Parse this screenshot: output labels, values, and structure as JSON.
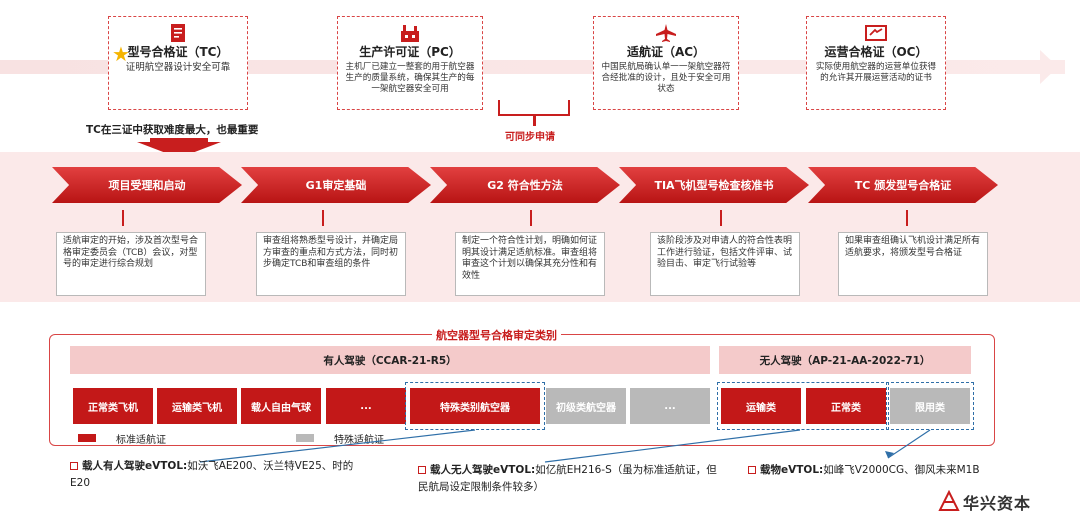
{
  "certificates": [
    {
      "title": "型号合格证（TC）",
      "desc": "证明航空器设计安全可靠",
      "icon": "certificate-icon"
    },
    {
      "title": "生产许可证（PC）",
      "desc": "主机厂已建立一整套的用于航空器生产的质量系统，确保其生产的每一架航空器安全可用",
      "icon": "factory-icon"
    },
    {
      "title": "适航证（AC）",
      "desc": "中国民航局确认单一一架航空器符合经批准的设计，且处于安全可用状态",
      "icon": "airplane-icon"
    },
    {
      "title": "运营合格证（OC）",
      "desc": "实际使用航空器的运营单位获得的允许其开展运营活动的证书",
      "icon": "ticket-icon"
    }
  ],
  "tc_note": "TC在三证中获取难度最大，也最重要",
  "sync_label": "可同步申请",
  "stages": [
    {
      "label": "项目受理和启动",
      "desc": "适航审定的开始，涉及首次型号合格审定委员会（TCB）会议，对型号的审定进行综合规划"
    },
    {
      "label": "G1审定基础",
      "desc": "审查组将熟悉型号设计，并确定局方审查的重点和方式方法，同时初步确定TCB和审查组的条件"
    },
    {
      "label": "G2 符合性方法",
      "desc": "制定一个符合性计划，明确如何证明其设计满足适航标准。审查组将审查这个计划以确保其充分性和有效性"
    },
    {
      "label": "TIA飞机型号检查核准书",
      "desc": "该阶段涉及对申请人的符合性表明工作进行验证，包括文件评审、试验目击、审定飞行试验等"
    },
    {
      "label": "TC 颁发型号合格证",
      "desc": "如果审查组确认飞机设计满足所有适航要求，将颁发型号合格证"
    }
  ],
  "categories": {
    "title": "航空器型号合格审定类别",
    "manned": "有人驾驶（CCAR-21-R5）",
    "unmanned": "无人驾驶（AP-21-AA-2022-71）",
    "cells": [
      "正常类飞机",
      "运输类飞机",
      "载人自由气球",
      "...",
      "特殊类别航空器",
      "初级类航空器",
      "...",
      "运输类",
      "正常类",
      "限用类"
    ],
    "legend": [
      "标准适航证",
      "特殊适航证"
    ]
  },
  "examples": [
    {
      "head": "载人有人驾驶eVTOL:",
      "body": "如沃飞AE200、沃兰特VE25、时的E20"
    },
    {
      "head": "载人无人驾驶eVTOL:",
      "body": "如亿航EH216-S（虽为标准适航证，但民航局设定限制条件较多）"
    },
    {
      "head": "载物eVTOL:",
      "body": "如峰飞V2000CG、御风未来M1B"
    }
  ],
  "brand": "华兴资本",
  "colors": {
    "accent": "#c81e1e",
    "grey": "#b9b9b9",
    "pink": "#f4caca"
  }
}
